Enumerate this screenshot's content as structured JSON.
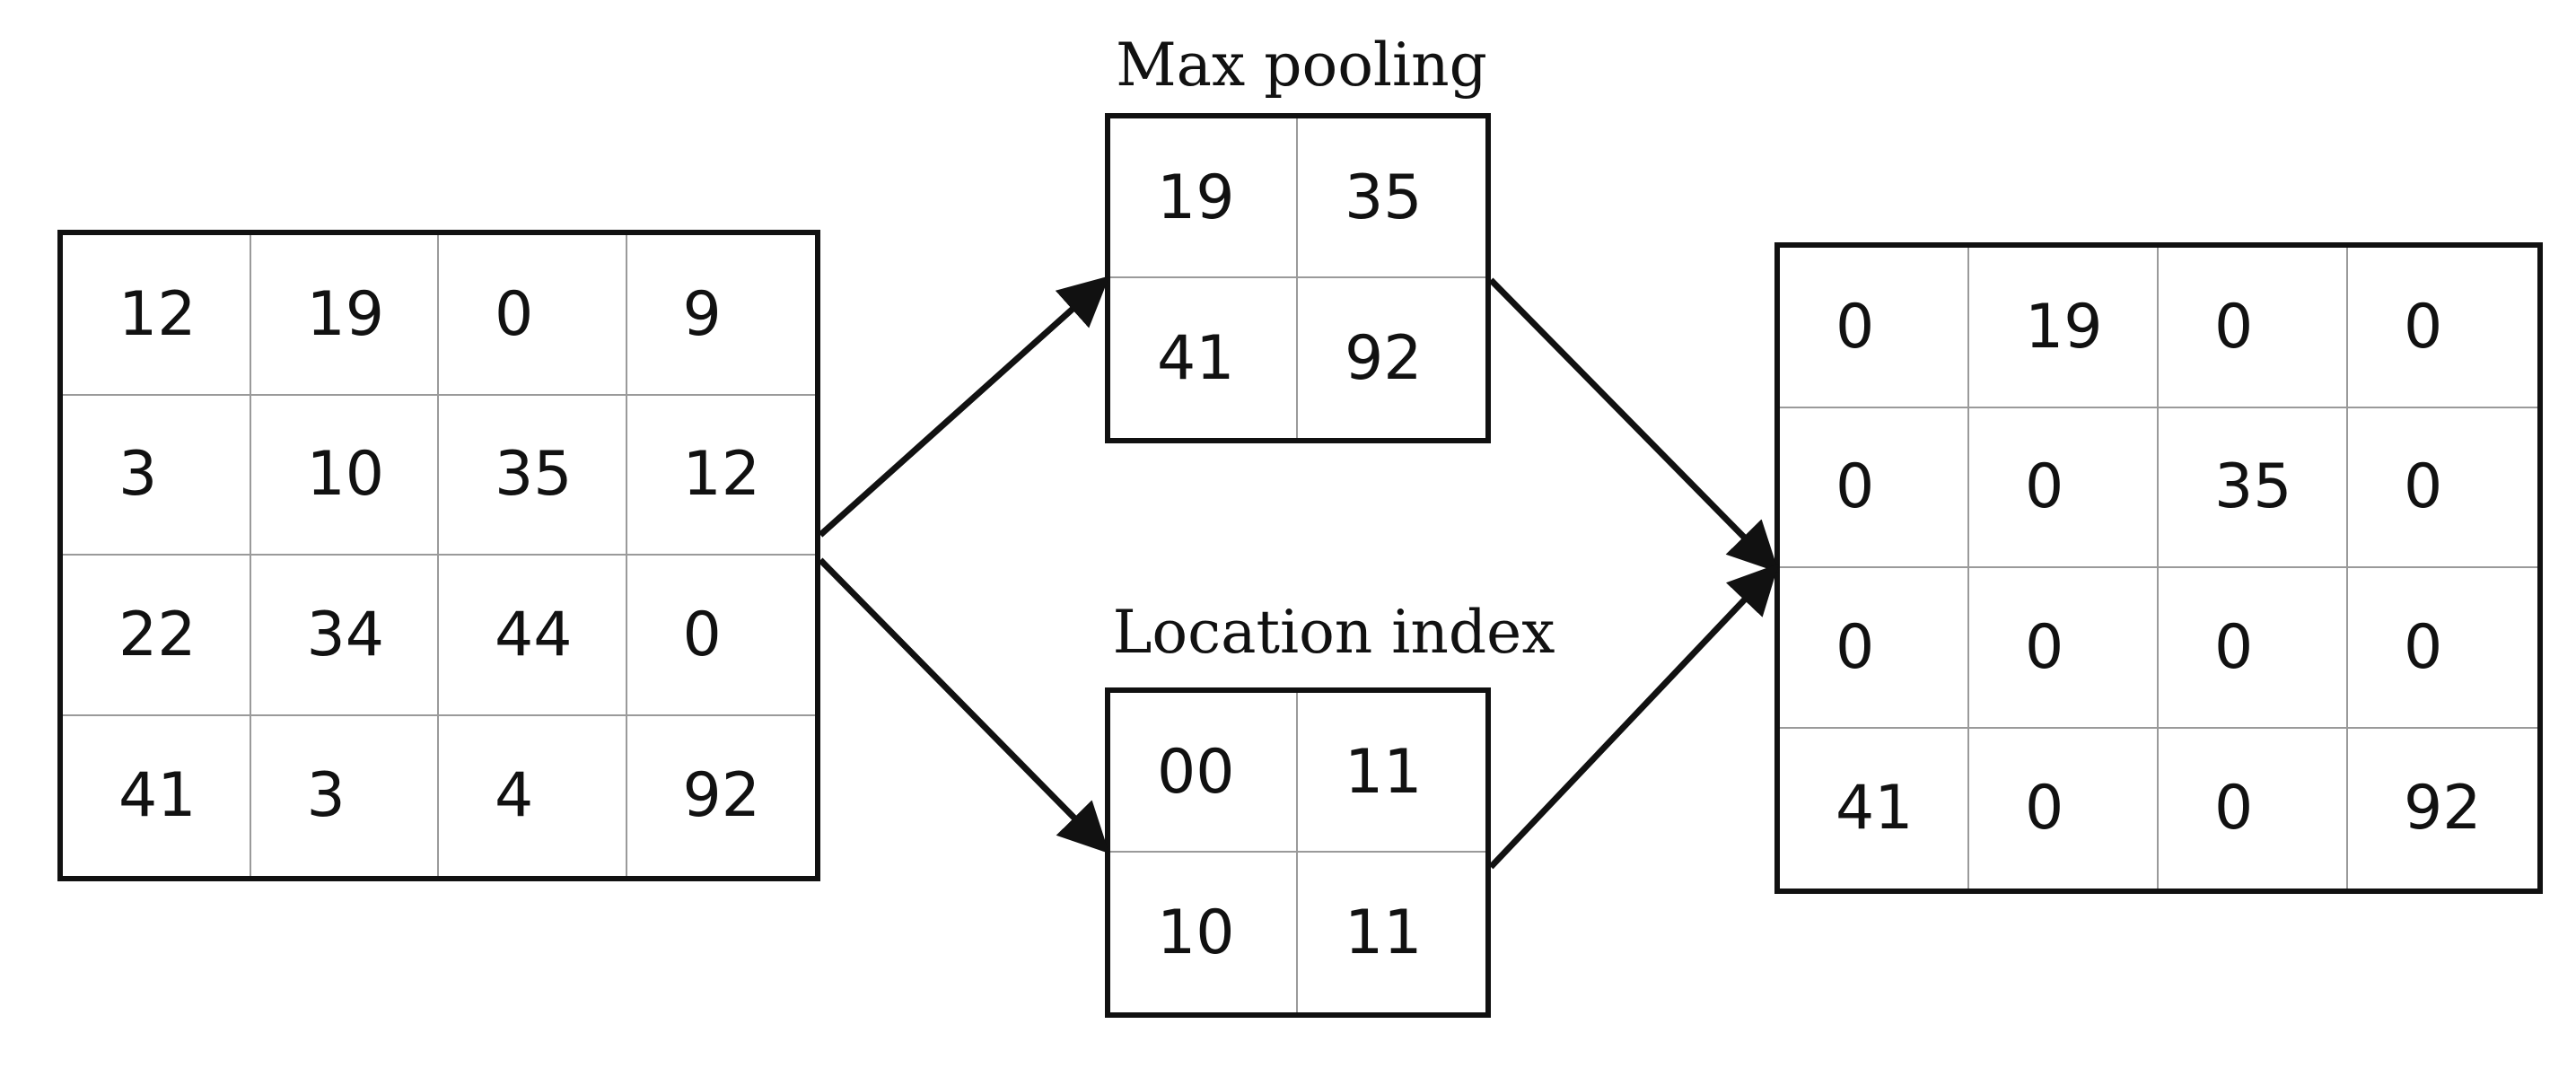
{
  "input_matrix": {
    "rows": [
      [
        "12",
        "19",
        "0",
        "9"
      ],
      [
        "3",
        "10",
        "35",
        "12"
      ],
      [
        "22",
        "34",
        "44",
        "0"
      ],
      [
        "41",
        "3",
        "4",
        "92"
      ]
    ]
  },
  "max_pooling": {
    "label": "Max pooling",
    "rows": [
      [
        "19",
        "35"
      ],
      [
        "41",
        "92"
      ]
    ]
  },
  "location_index": {
    "label": "Location index",
    "rows": [
      [
        "00",
        "11"
      ],
      [
        "10",
        "11"
      ]
    ]
  },
  "output_matrix": {
    "rows": [
      [
        "0",
        "19",
        "0",
        "0"
      ],
      [
        "0",
        "0",
        "35",
        "0"
      ],
      [
        "0",
        "0",
        "0",
        "0"
      ],
      [
        "41",
        "0",
        "0",
        "92"
      ]
    ]
  },
  "colors": {
    "stroke": "#111111",
    "grid_line": "#9a9a9a",
    "background": "#ffffff"
  }
}
